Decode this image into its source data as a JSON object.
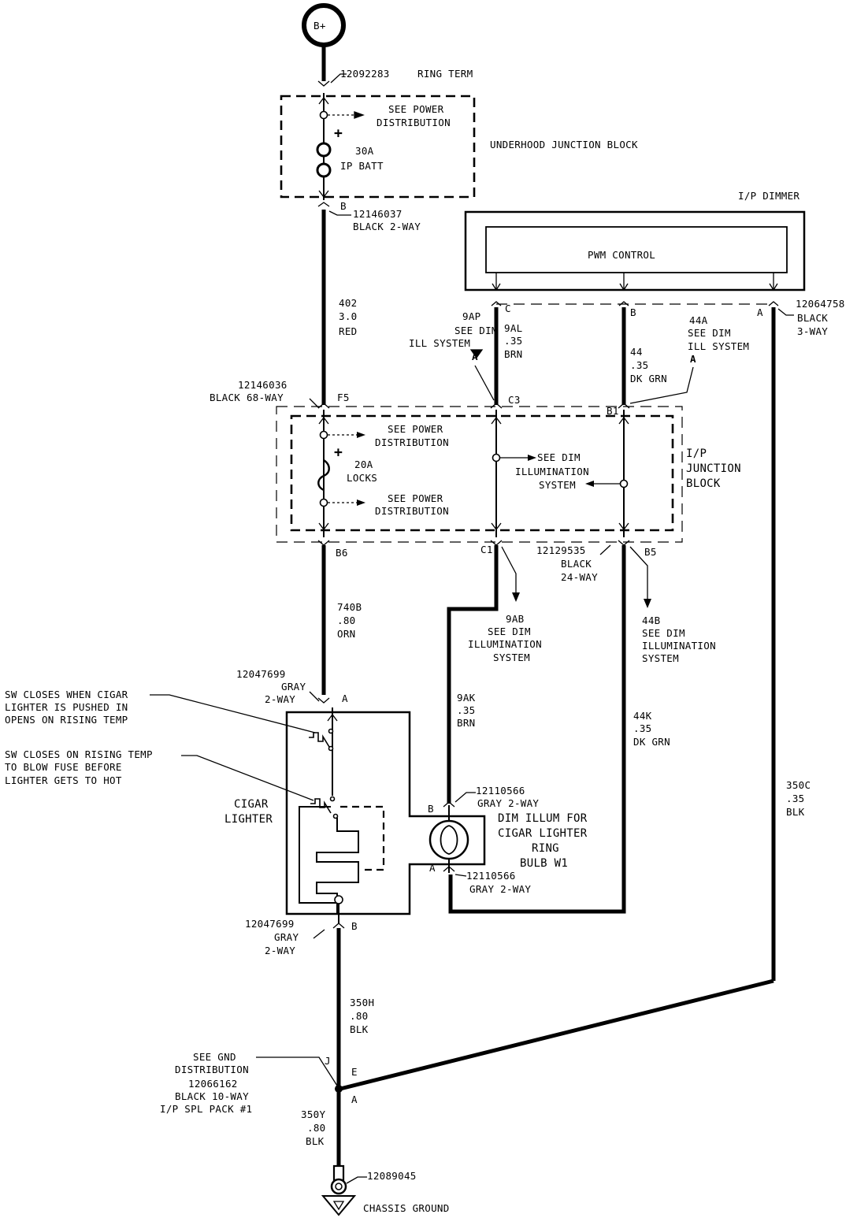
{
  "battery": {
    "label": "B+"
  },
  "ring_term": {
    "part": "12092283",
    "desc": "RING TERM"
  },
  "underhood_block": {
    "title": "UNDERHOOD JUNCTION BLOCK",
    "power_ref_1": "SEE POWER",
    "power_ref_2": "DISTRIBUTION",
    "fuse_rating": "30A",
    "fuse_name": "IP BATT",
    "plus": "+"
  },
  "conn_b_top": {
    "pin": "B",
    "part": "12146037",
    "desc": "BLACK 2-WAY"
  },
  "wire_402": {
    "circuit": "402",
    "gauge": "3.0",
    "color": "RED"
  },
  "ip_dimmer": {
    "title": "I/P DIMMER",
    "control": "PWM CONTROL",
    "pin_c": "C",
    "pin_b": "B",
    "pin_a": "A",
    "part": "12064758",
    "desc1": "BLACK",
    "desc2": "3-WAY"
  },
  "ref_9ap": {
    "circuit": "9AP",
    "line1": "SEE DIM",
    "line2": "ILL   SYSTEM",
    "arrow": "A"
  },
  "wire_9al": {
    "circuit": "9AL",
    "gauge": ".35",
    "color": "BRN"
  },
  "wire_44": {
    "circuit": "44",
    "gauge": ".35",
    "color": "DK GRN"
  },
  "ref_44a": {
    "circuit": "44A",
    "line1": "SEE  DIM",
    "line2": "ILL   SYSTEM",
    "arrow": "A"
  },
  "ip_block": {
    "title1": "I/P",
    "title2": "JUNCTION",
    "title3": "BLOCK",
    "top_part": "12146036",
    "top_desc": "BLACK 68-WAY",
    "pin_f5": "F5",
    "pin_c3": "C3",
    "pin_b1": "B1",
    "pin_b6": "B6",
    "pin_c1": "C1",
    "pin_b5": "B5",
    "bottom_part": "12129535",
    "bottom_desc1": "BLACK",
    "bottom_desc2": "24-WAY",
    "power_ref_a1": "SEE POWER",
    "power_ref_a2": "DISTRIBUTION",
    "fuse_rating": "20A",
    "fuse_name": "LOCKS",
    "plus": "+",
    "power_ref_b1": "SEE POWER",
    "power_ref_b2": "DISTRIBUTION",
    "dim_ref1": "SEE DIM",
    "dim_ref2": "ILLUMINATION",
    "dim_ref3": "SYSTEM"
  },
  "wire_740b": {
    "circuit": "740B",
    "gauge": ".80",
    "color": "ORN"
  },
  "ref_9ab": {
    "circuit": "9AB",
    "line1": "SEE DIM",
    "line2": "ILLUMINATION",
    "line3": "SYSTEM"
  },
  "ref_44b": {
    "circuit": "44B",
    "line1": "SEE DIM",
    "line2": "ILLUMINATION",
    "line3": "SYSTEM"
  },
  "wire_9ak": {
    "circuit": "9AK",
    "gauge": ".35",
    "color": "BRN"
  },
  "wire_44k": {
    "circuit": "44K",
    "gauge": ".35",
    "color": "DK GRN"
  },
  "wire_350c": {
    "circuit": "350C",
    "gauge": ".35",
    "color": "BLK"
  },
  "lighter_conn_a": {
    "pin": "A",
    "part": "12047699",
    "desc1": "GRAY",
    "desc2": "2-WAY"
  },
  "lighter_conn_b": {
    "pin": "B",
    "part": "12047699",
    "desc1": "GRAY",
    "desc2": "2-WAY"
  },
  "note_sw1": {
    "line1": "SW CLOSES WHEN CIGAR",
    "line2": "LIGHTER IS PUSHED IN",
    "line3": "OPENS ON RISING TEMP"
  },
  "note_sw2": {
    "line1": "SW CLOSES ON RISING TEMP",
    "line2": "TO BLOW FUSE BEFORE",
    "line3": "LIGHTER GETS TO HOT"
  },
  "cigar_lighter": {
    "line1": "CIGAR",
    "line2": "LIGHTER"
  },
  "bulb": {
    "pin_b": "B",
    "pin_a": "A",
    "part_b": "12110566",
    "desc_b": "GRAY 2-WAY",
    "part_a": "12110566",
    "desc_a": "GRAY 2-WAY",
    "line1": "DIM ILLUM FOR",
    "line2": "CIGAR LIGHTER",
    "line3": "RING",
    "line4": "BULB W1"
  },
  "wire_350h": {
    "circuit": "350H",
    "gauge": ".80",
    "color": "BLK"
  },
  "splice": {
    "ref1": "SEE GND",
    "ref2": "DISTRIBUTION",
    "part": "12066162",
    "desc1": "BLACK 10-WAY",
    "desc2": "I/P SPL PACK #1",
    "pin_j": "J",
    "pin_e": "E",
    "pin_a": "A"
  },
  "wire_350y": {
    "circuit": "350Y",
    "gauge": ".80",
    "color": "BLK"
  },
  "ground": {
    "part": "12089045",
    "desc": "CHASSIS GROUND"
  }
}
